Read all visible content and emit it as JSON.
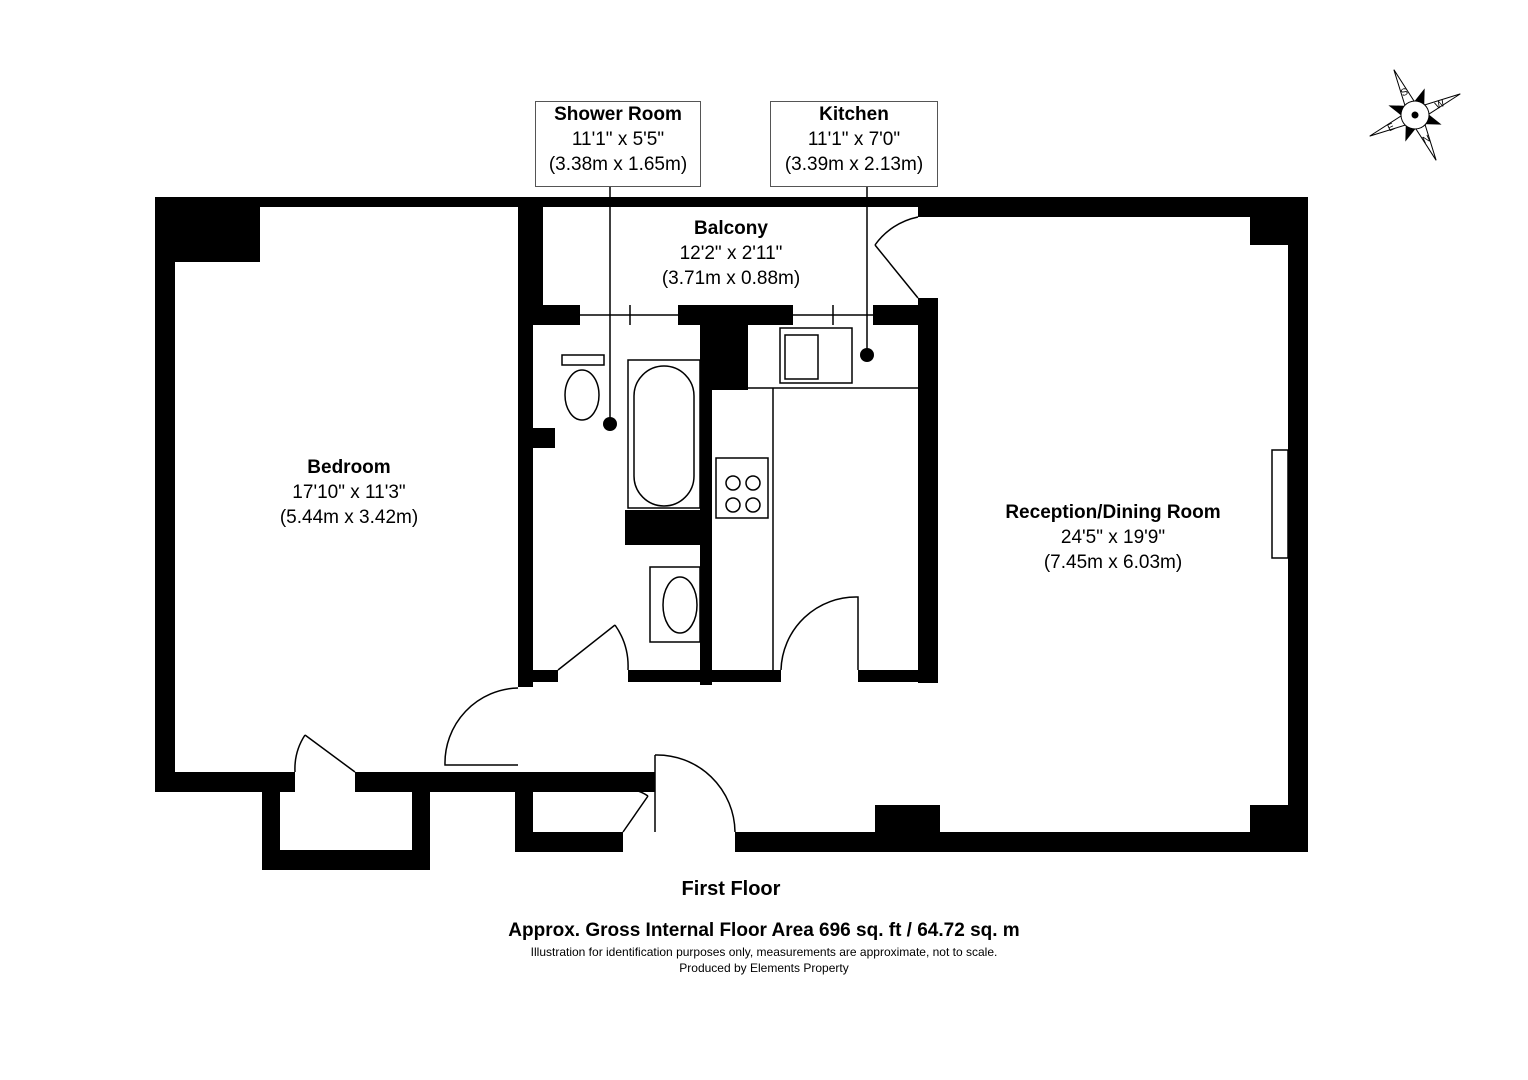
{
  "rooms": {
    "shower_room": {
      "name": "Shower Room",
      "imperial": "11'1\" x 5'5\"",
      "metric": "(3.38m x 1.65m)"
    },
    "kitchen": {
      "name": "Kitchen",
      "imperial": "11'1\" x 7'0\"",
      "metric": "(3.39m x 2.13m)"
    },
    "balcony": {
      "name": "Balcony",
      "imperial": "12'2\" x 2'11\"",
      "metric": "(3.71m x 0.88m)"
    },
    "bedroom": {
      "name": "Bedroom",
      "imperial": "17'10\" x 11'3\"",
      "metric": "(5.44m x 3.42m)"
    },
    "reception": {
      "name": "Reception/Dining Room",
      "imperial": "24'5\" x 19'9\"",
      "metric": "(7.45m x 6.03m)"
    }
  },
  "compass": {
    "labels": [
      "S",
      "E",
      "W",
      "N"
    ],
    "icon": "compass-rose-icon"
  },
  "footer": {
    "floor": "First Floor",
    "area": "Approx. Gross Internal Floor Area 696 sq. ft / 64.72 sq. m",
    "disclaimer": "Illustration for identification purposes only, measurements are approximate, not to scale.",
    "credit": "Produced by Elements Property"
  }
}
